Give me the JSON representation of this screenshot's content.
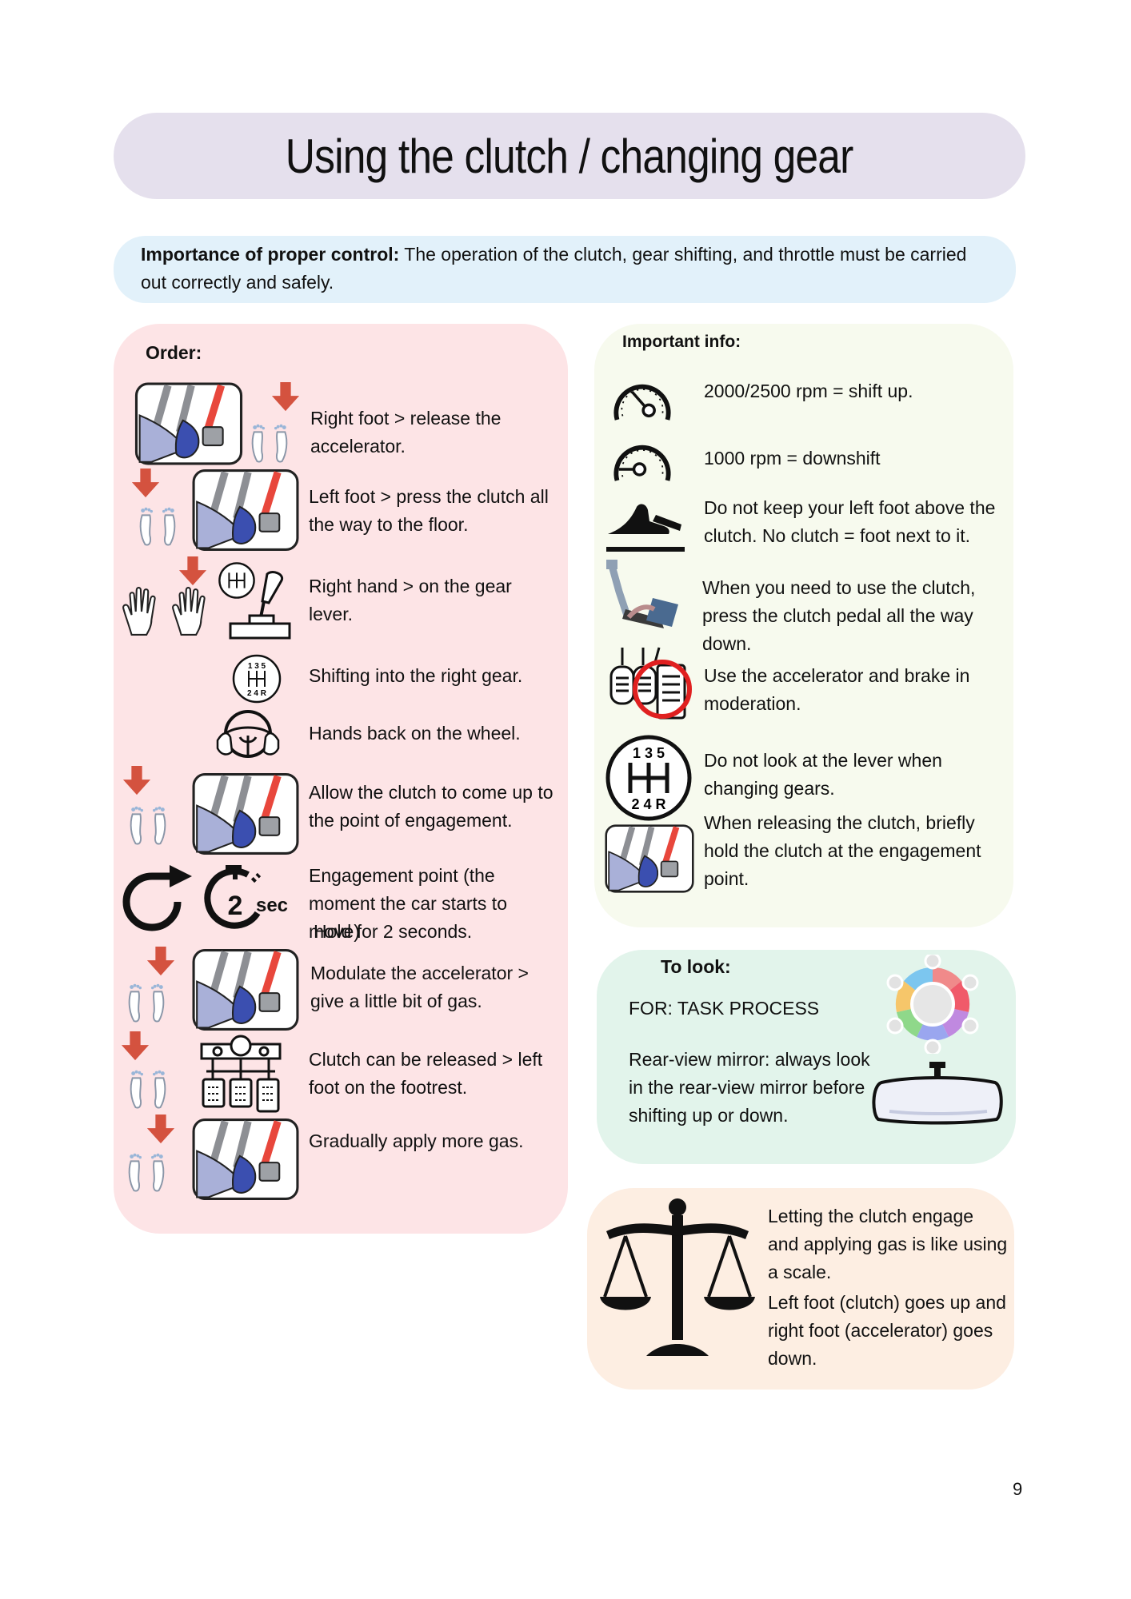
{
  "title": "Using the clutch / changing gear",
  "importance": {
    "label": "Importance of proper control:",
    "text": " The operation of the clutch, gear shifting, and throttle must be carried out correctly and safely."
  },
  "order": {
    "heading": "Order:",
    "steps": [
      "Right foot > release the accelerator.",
      "Left foot > press the clutch all the way to the floor.",
      "Right hand > on the gear lever.",
      "Shifting into the right gear.",
      "Hands back on the wheel.",
      "Allow the clutch to come up to the point of engagement.",
      "Engagement point (the moment the car starts to move)",
      "Hold for 2 seconds.",
      "Modulate the accelerator > give a little bit of gas.",
      "Clutch can be released > left foot on the footrest.",
      "Gradually apply more gas."
    ],
    "timer_label": "2",
    "timer_unit": "sec"
  },
  "important_info": {
    "heading": "Important info:",
    "items": [
      "2000/2500 rpm = shift up.",
      "1000 rpm = downshift",
      "Do not keep your left foot above the clutch. No clutch = foot next to it.",
      "When you need to use the clutch, press the clutch pedal all the way down.",
      "Use the accelerator and brake in moderation.",
      "Do not look at the lever when changing gears.",
      "When releasing the clutch, briefly hold the clutch at the engagement point."
    ]
  },
  "to_look": {
    "heading": "To look:",
    "line1": "FOR: TASK PROCESS",
    "line2": "Rear-view mirror: always look in the rear-view mirror before shifting up or down."
  },
  "scale": {
    "text1": "Letting the clutch engage and applying gas is like using a scale.",
    "text2": "Left foot (clutch) goes up and right foot (accelerator) goes down."
  },
  "gearbox": {
    "top": "1 3 5",
    "bottom": "2 4 R"
  },
  "page_number": "9",
  "colors": {
    "title_bg": "#e5e0ed",
    "importance_bg": "#e2f1fa",
    "order_bg": "#fde4e6",
    "info_bg": "#f7faee",
    "look_bg": "#e2f4eb",
    "scale_bg": "#fdeee2",
    "arrow": "#d4523f",
    "pedal_red": "#e8473c",
    "shoe_blue": "#3b4fb0"
  },
  "icons": [
    "pedals-icon",
    "arrow-down-icon",
    "footprints-icon",
    "hands-icon",
    "gear-lever-icon",
    "gearbox-icon",
    "steering-wheel-icon",
    "rotate-icon",
    "timer-icon",
    "footrest-icon",
    "tachometer-icon",
    "foot-on-pedal-icon",
    "clutch-pedal-icon",
    "brake-accelerator-icon",
    "color-wheel-icon",
    "rearview-mirror-icon",
    "scale-icon"
  ]
}
